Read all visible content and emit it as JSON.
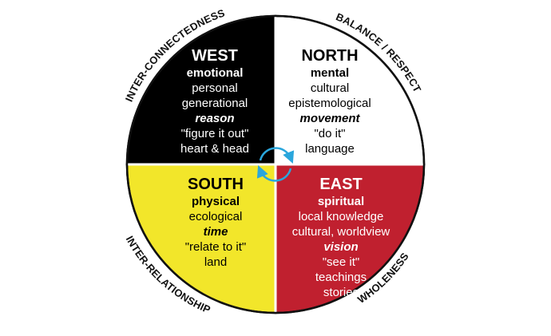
{
  "colors": {
    "west": "#000000",
    "north": "#ffffff",
    "south": "#f2e62a",
    "east": "#c0202f",
    "outline": "#111111",
    "arrow": "#2aa6dc"
  },
  "quadrants": {
    "west": {
      "title": "WEST",
      "subtitle": "emotional",
      "line1": "personal",
      "line2": "generational",
      "italic": "reason",
      "line3": "\"figure it out\"",
      "line4": "heart & head"
    },
    "north": {
      "title": "NORTH",
      "subtitle": "mental",
      "line1": "cultural",
      "line2": "epistemological",
      "italic": "movement",
      "line3": "\"do it\"",
      "line4": "language"
    },
    "south": {
      "title": "SOUTH",
      "subtitle": "physical",
      "line1": "ecological",
      "italic": "time",
      "line2": "\"relate to it\"",
      "line3": "land"
    },
    "east": {
      "title": "EAST",
      "subtitle": "spiritual",
      "line1": "local knowledge",
      "line2": "cultural, worldview",
      "italic": "vision",
      "line3": "\"see it\"",
      "line4": "teachings",
      "line5": "stories"
    }
  },
  "rim_labels": {
    "top_left": "INTER-CONNECTEDNESS",
    "top_right": "BALANCE / RESPECT",
    "bottom_left": "INTER-RELATIONSHIP",
    "bottom_right": "WHOLENESS"
  },
  "icons": {
    "center": "circular-arrows-icon"
  }
}
